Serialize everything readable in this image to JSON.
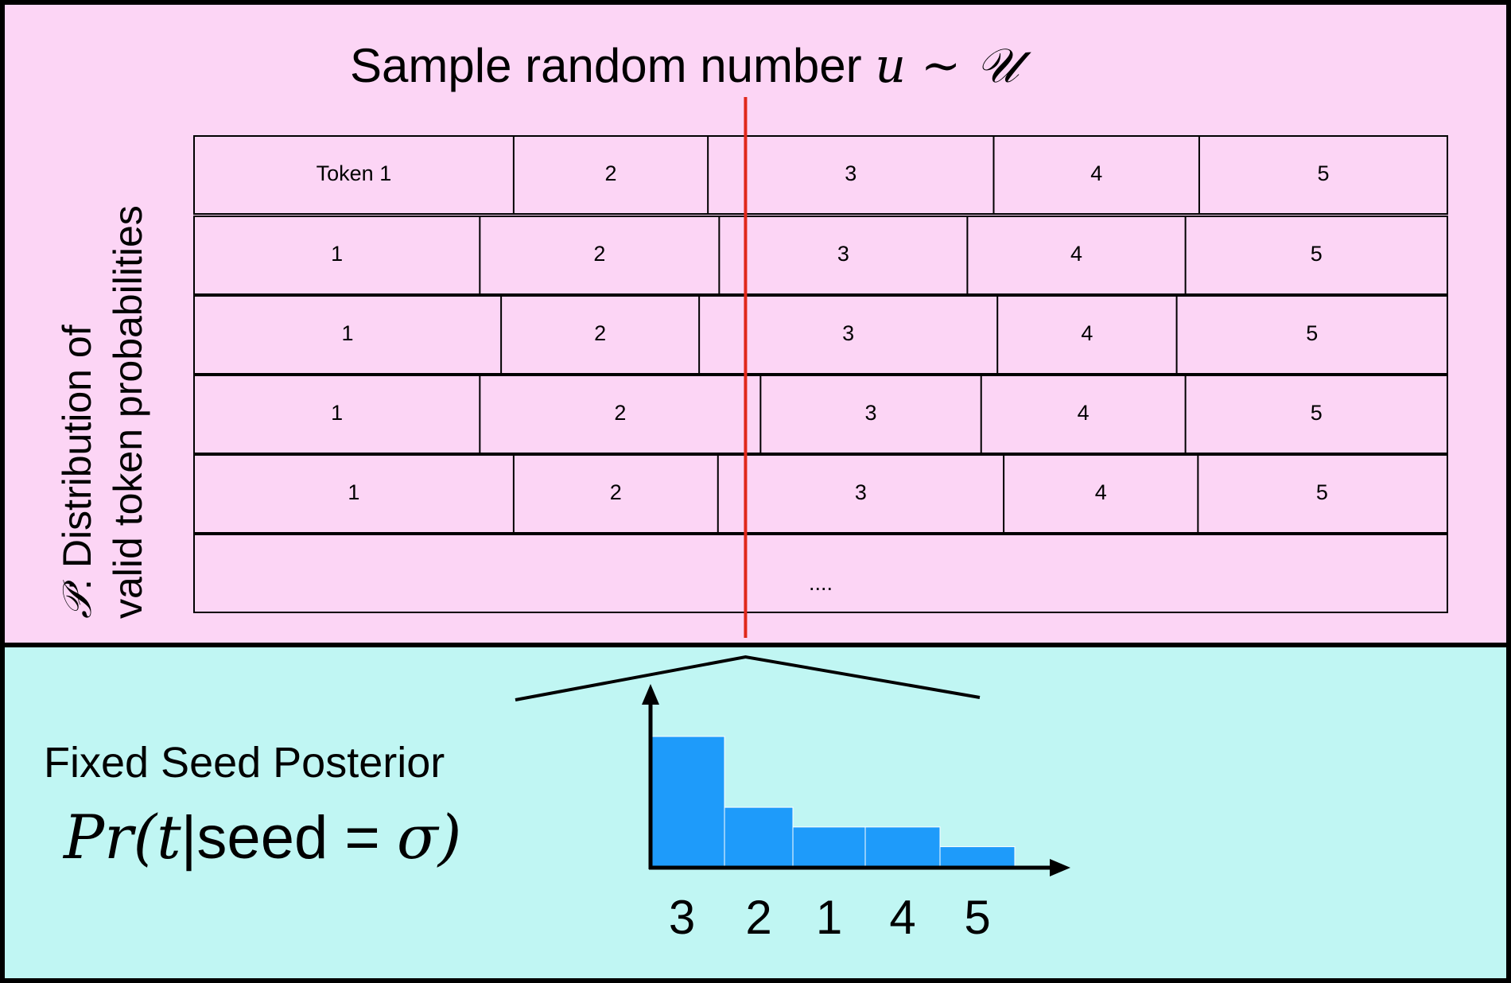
{
  "title": {
    "prefix": "Sample random number ",
    "math": "u ~ 𝒰"
  },
  "distribution_label": {
    "symbol": "𝒫",
    "text": ":  Distribution of",
    "line2": "valid token probabilities"
  },
  "rows": [
    {
      "cells": [
        {
          "label": "Token 1",
          "p": 0.255
        },
        {
          "label": "2",
          "p": 0.155
        },
        {
          "label": "3",
          "p": 0.228
        },
        {
          "label": "4",
          "p": 0.164
        },
        {
          "label": "5",
          "p": 0.198
        }
      ]
    },
    {
      "cells": [
        {
          "label": "1",
          "p": 0.228
        },
        {
          "label": "2",
          "p": 0.191
        },
        {
          "label": "3",
          "p": 0.198
        },
        {
          "label": "4",
          "p": 0.174
        },
        {
          "label": "5",
          "p": 0.209
        }
      ]
    },
    {
      "cells": [
        {
          "label": "1",
          "p": 0.245
        },
        {
          "label": "2",
          "p": 0.158
        },
        {
          "label": "3",
          "p": 0.238
        },
        {
          "label": "4",
          "p": 0.143
        },
        {
          "label": "5",
          "p": 0.216
        }
      ]
    },
    {
      "cells": [
        {
          "label": "1",
          "p": 0.228
        },
        {
          "label": "2",
          "p": 0.224
        },
        {
          "label": "3",
          "p": 0.176
        },
        {
          "label": "4",
          "p": 0.163
        },
        {
          "label": "5",
          "p": 0.209
        }
      ]
    },
    {
      "cells": [
        {
          "label": "1",
          "p": 0.255
        },
        {
          "label": "2",
          "p": 0.163
        },
        {
          "label": "3",
          "p": 0.228
        },
        {
          "label": "4",
          "p": 0.155
        },
        {
          "label": "5",
          "p": 0.198
        }
      ]
    },
    {
      "cells": [
        {
          "label": "....",
          "p": 1.0
        }
      ]
    }
  ],
  "sample_u": 0.44,
  "posterior": {
    "title": "Fixed Seed Posterior",
    "formula": {
      "pr": "Pr",
      "open": "(",
      "t": "t",
      "bar": "|",
      "seed": "seed",
      "eq": " = ",
      "sigma": "σ",
      "close": ")"
    }
  },
  "colors": {
    "top_bg": "#fcd5f5",
    "bottom_bg": "#c0f6f3",
    "sample_line": "#e0281b",
    "bar": "#1e9bfa"
  },
  "chart_data": {
    "type": "bar",
    "categories": [
      "3",
      "2",
      "1",
      "4",
      "5"
    ],
    "values": [
      1.0,
      0.46,
      0.31,
      0.31,
      0.16
    ],
    "title": "",
    "xlabel": "",
    "ylabel": "",
    "ylim": [
      0,
      1.2
    ]
  }
}
